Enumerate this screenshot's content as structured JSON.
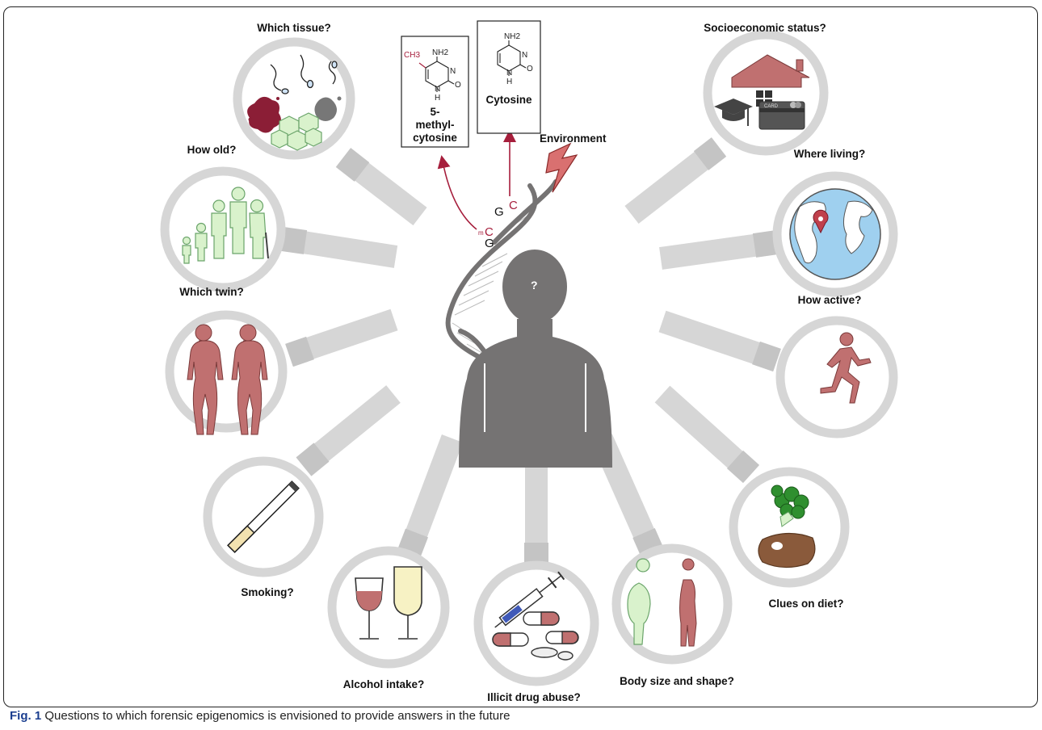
{
  "figure": {
    "caption_prefix": "Fig. 1",
    "caption_text": "Questions to which forensic epigenomics is envisioned to provide answers in the future"
  },
  "center": {
    "environment_label": "Environment",
    "person_label": "?",
    "dna_bases": {
      "top_left": "G",
      "top_right": "C",
      "bottom_methyl_prefix": "m",
      "bottom_methyl_base": "C",
      "bottom_pair": "G"
    },
    "methylcytosine_box": {
      "line1": "5-",
      "line2": "methyl-",
      "line3": "cytosine",
      "ch3": "CH3",
      "nh2": "NH2",
      "n": "N",
      "h": "H",
      "o": "O"
    },
    "cytosine_box": {
      "name": "Cytosine",
      "nh2": "NH2",
      "n": "N",
      "h": "H",
      "o": "O"
    }
  },
  "questions": [
    {
      "id": "tissue",
      "label": "Which tissue?"
    },
    {
      "id": "age",
      "label": "How old?"
    },
    {
      "id": "twin",
      "label": "Which twin?"
    },
    {
      "id": "smoking",
      "label": "Smoking?"
    },
    {
      "id": "alcohol",
      "label": "Alcohol intake?"
    },
    {
      "id": "drugs",
      "label": "Illicit drug abuse?"
    },
    {
      "id": "body",
      "label": "Body size and shape?"
    },
    {
      "id": "diet",
      "label": "Clues on diet?"
    },
    {
      "id": "activity",
      "label": "How active?"
    },
    {
      "id": "location",
      "label": "Where living?"
    },
    {
      "id": "socioeconomic",
      "label": "Socioeconomic status?"
    }
  ],
  "icons": {
    "card_text": "CARD"
  },
  "colors": {
    "accent_red": "#a61e3c",
    "lens_gray": "#d6d6d6",
    "person_gray": "#757373",
    "skin_red": "#c07070",
    "green_fill": "#d9f2cc",
    "ocean": "#9fd0ef",
    "land": "#ffffff"
  }
}
